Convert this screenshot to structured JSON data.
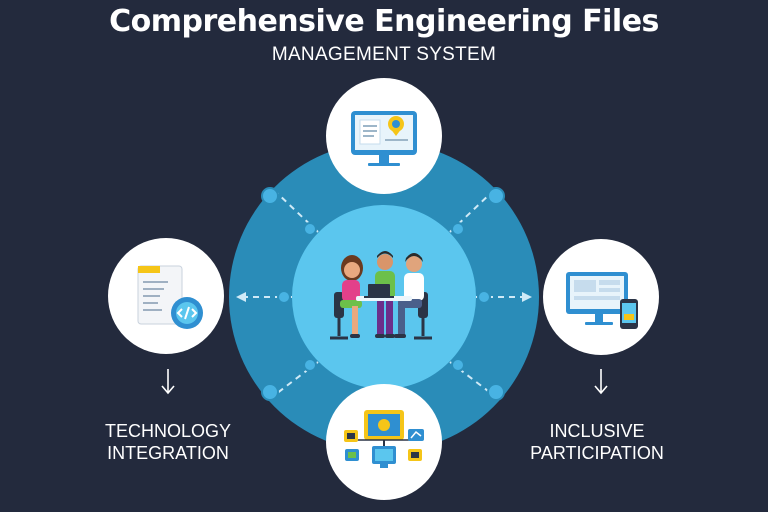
{
  "title": "Comprehensive Engineering Files",
  "subtitle": "MANAGEMENT SYSTEM",
  "labels": {
    "left": {
      "line1": "TECHNOLOGY",
      "line2": "INTEGRATION"
    },
    "right": {
      "line1": "INCLUSIVE",
      "line2": "PARTICIPATION"
    }
  },
  "icons": {
    "center": "team-meeting-icon",
    "top": "monitor-document-icon",
    "left": "code-document-icon",
    "right": "monitor-mobile-icon",
    "bottom": "network-devices-icon"
  },
  "colors": {
    "background": "#232a3d",
    "outer_ring": "#2a8cb8",
    "inner_circle": "#5bc6ee",
    "node_dot": "#48b3e3",
    "accent_yellow": "#f5c518",
    "accent_green": "#6cc04a"
  }
}
